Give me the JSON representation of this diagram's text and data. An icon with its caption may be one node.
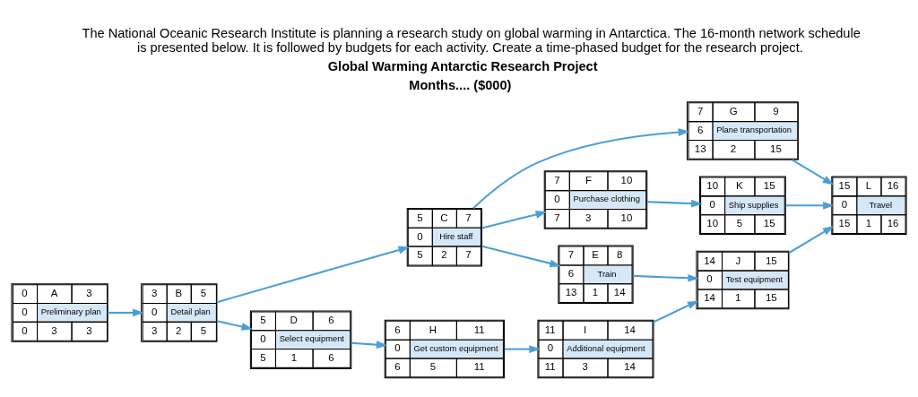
{
  "diagram": {
    "title": "Global Warming Antarctic Research Project",
    "nodes": [
      {
        "text": [
          "0",
          "A",
          "3",
          "0",
          "Preliminary plan",
          "0",
          "3",
          "3"
        ]
      },
      {
        "text": [
          "3",
          "B",
          "5",
          "0",
          "Detail plan",
          "3",
          "2",
          "5"
        ]
      },
      {
        "text": [
          "5",
          "C",
          "7",
          "0",
          "Hire staff",
          "5",
          "2",
          "7"
        ]
      },
      {
        "text": [
          "5",
          "D",
          "6",
          "0",
          "Select equipment",
          "5",
          "1",
          "6"
        ]
      },
      {
        "text": [
          "7",
          "G",
          "9",
          "6",
          "Plane transportation",
          "13",
          "2",
          "15"
        ]
      },
      {
        "text": [
          "7",
          "F",
          "10",
          "0",
          "Purchase clothing",
          "7",
          "3",
          "10"
        ]
      },
      {
        "text": [
          "7",
          "E",
          "8",
          "6",
          "Train",
          "13",
          "1",
          "14"
        ]
      },
      {
        "text": [
          "6",
          "H",
          "11",
          "0",
          "Get custom equipment",
          "6",
          "5",
          "11"
        ]
      },
      {
        "text": [
          "10",
          "K",
          "15",
          "0",
          "Ship supplies",
          "10",
          "5",
          "15"
        ]
      },
      {
        "text": [
          "14",
          "J",
          "15",
          "0",
          "Test equipment",
          "14",
          "1",
          "15"
        ]
      },
      {
        "text": [
          "11",
          "I",
          "14",
          "0",
          "Additional equipment",
          "11",
          "3",
          "14"
        ]
      },
      {
        "text": [
          "15",
          "L",
          "16",
          "0",
          "Travel",
          "15",
          "1",
          "16"
        ]
      }
    ],
    "edges": [
      {
        "from": 0,
        "to": 1,
        "arrow": "to"
      },
      {
        "from": 1,
        "to": 2,
        "arrow": "to"
      },
      {
        "from": 1,
        "to": 3,
        "arrow": "to"
      },
      {
        "from": 2,
        "to": 4,
        "arrow": "to"
      },
      {
        "from": 2,
        "to": 5,
        "arrow": "to"
      },
      {
        "from": 2,
        "to": 6,
        "arrow": "to"
      },
      {
        "from": 3,
        "to": 7,
        "arrow": "to"
      },
      {
        "from": 4,
        "to": 11,
        "arrow": "to"
      },
      {
        "from": 5,
        "to": 8,
        "arrow": "to"
      },
      {
        "from": 6,
        "to": 9,
        "arrow": "to"
      },
      {
        "from": 7,
        "to": 10,
        "arrow": "to"
      },
      {
        "from": 8,
        "to": 11,
        "arrow": "to"
      },
      {
        "from": 9,
        "to": 11,
        "arrow": "to"
      },
      {
        "from": 10,
        "to": 9,
        "arrow": "to"
      }
    ],
    "labels": [
      "The National Oceanic Research Institute is planning a research study on global warming in Antarctica. The 16-month network schedule is presented below. It is followed by budgets for each activity. Create a time-phased budget for the research project.",
      "Months.... ($000)"
    ]
  }
}
